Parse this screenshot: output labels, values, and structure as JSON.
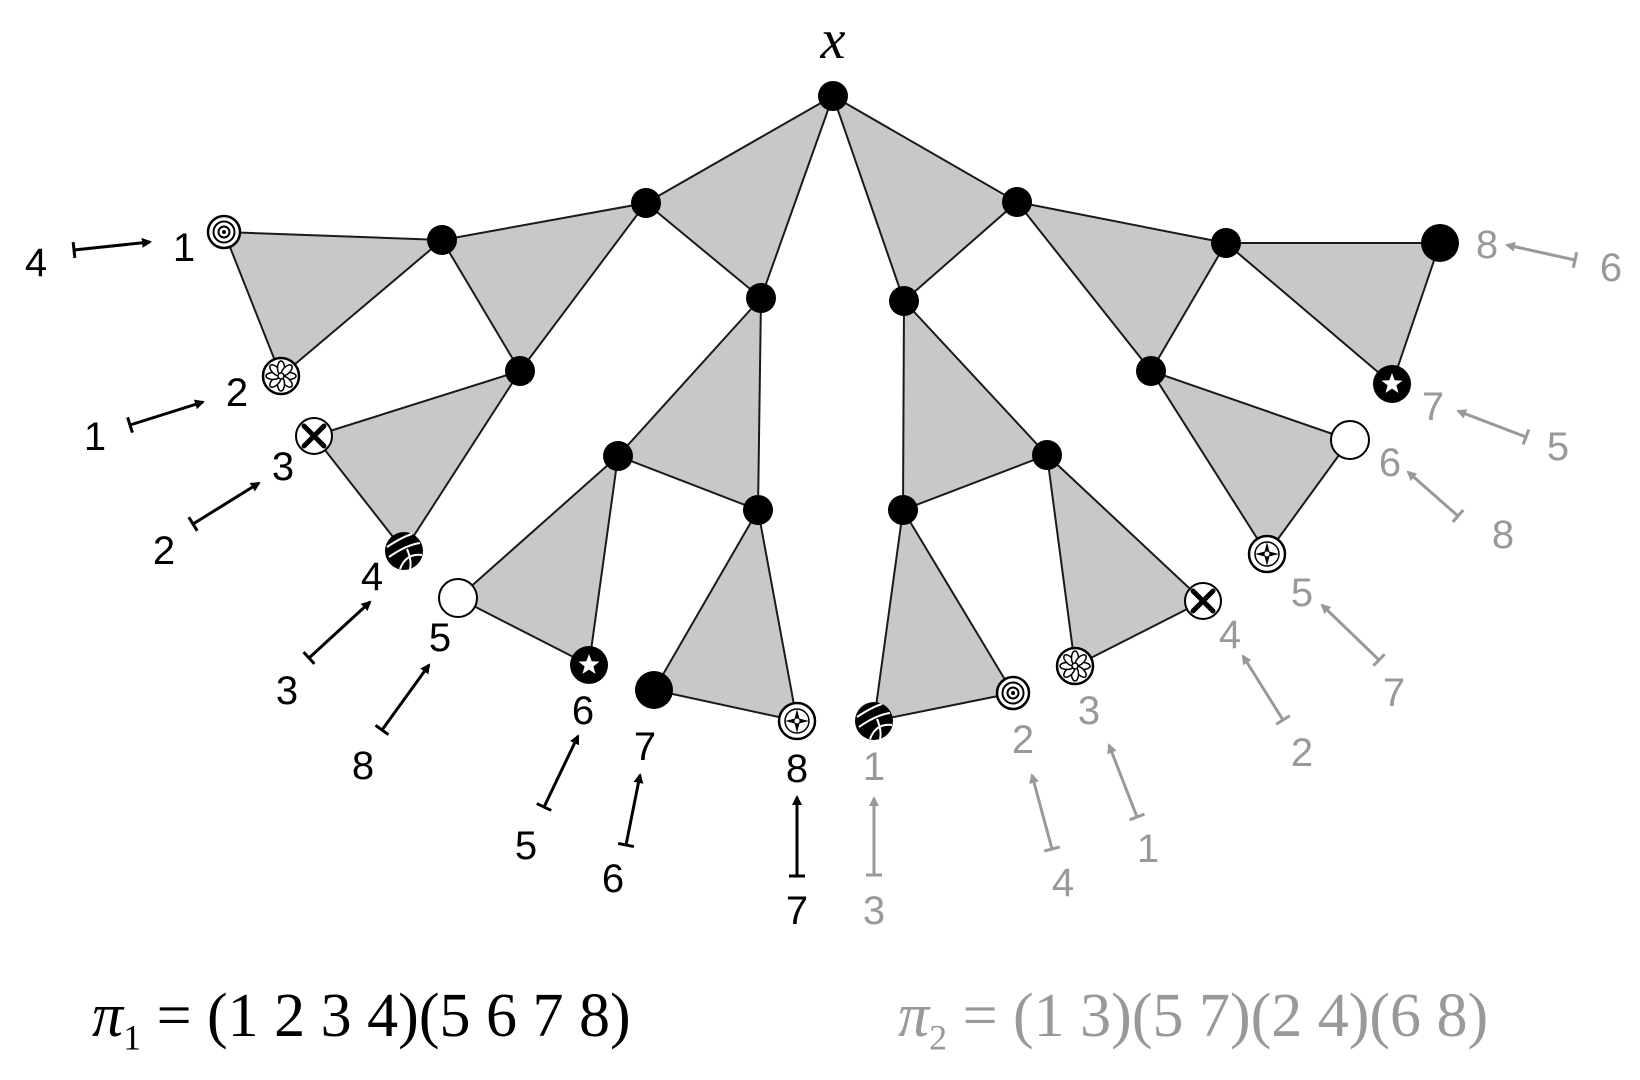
{
  "root_label": "x",
  "colors": {
    "pi1": "#000000",
    "pi2": "#999999",
    "fill": "#c8c8c8"
  },
  "left_leaf_labels": [
    "1",
    "2",
    "3",
    "4",
    "5",
    "6",
    "7",
    "8"
  ],
  "left_arrow_sources": [
    "4",
    "1",
    "2",
    "3",
    "8",
    "5",
    "6",
    "7"
  ],
  "right_leaf_labels": [
    "1",
    "2",
    "3",
    "4",
    "5",
    "6",
    "7",
    "8"
  ],
  "right_arrow_sources": [
    "3",
    "4",
    "1",
    "2",
    "7",
    "8",
    "5",
    "6"
  ],
  "left_leaf_icons": [
    "target-icon",
    "flower-icon",
    "cross-icon",
    "volleyball-icon",
    "open-circle-icon",
    "star-icon",
    "filled-circle-icon",
    "compass-icon"
  ],
  "right_leaf_icons": [
    "volleyball-icon",
    "target-icon",
    "flower-icon",
    "cross-icon",
    "compass-icon",
    "open-circle-icon",
    "star-icon",
    "filled-circle-icon"
  ],
  "pi1": {
    "symbol": "π",
    "sub": "1",
    "text": " = (1 2 3 4)(5 6 7 8)"
  },
  "pi2": {
    "symbol": "π",
    "sub": "2",
    "text": " = (1 3)(5 7)(2 4)(6 8)"
  }
}
